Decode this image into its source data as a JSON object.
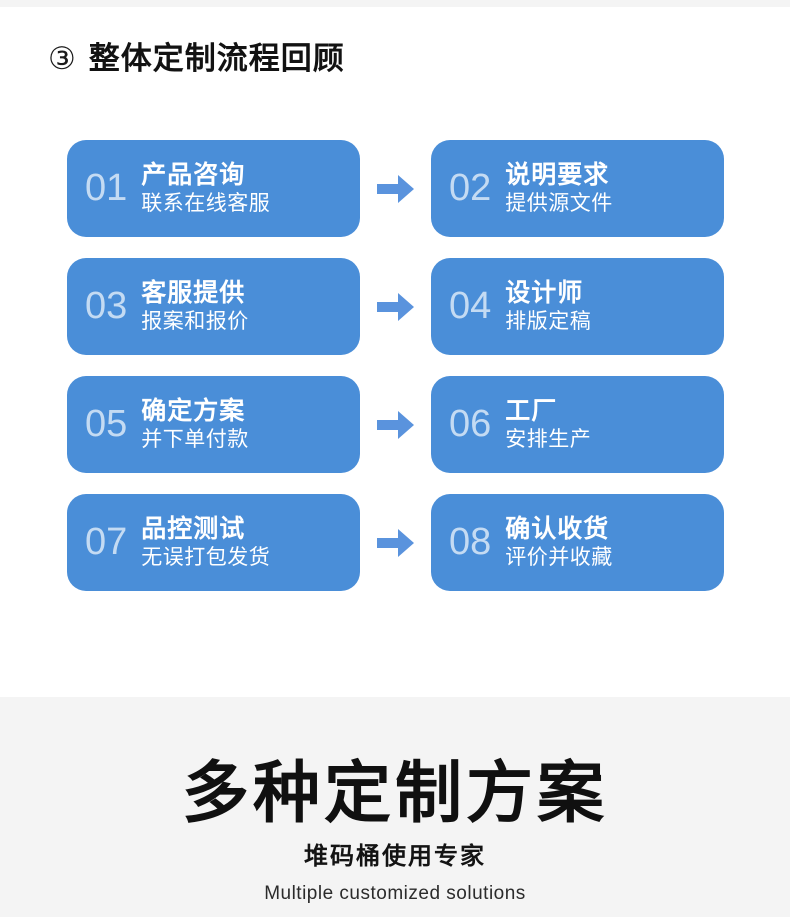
{
  "theme": {
    "card_blue": "#4a8ed8",
    "arrow_blue": "#5a93dd",
    "banner_bg": "#f4f4f4",
    "page_bg": "#ffffff",
    "heading_color": "#121212"
  },
  "section": {
    "marker": "③",
    "title": "整体定制流程回顾"
  },
  "steps": [
    {
      "num": "01",
      "title": "产品咨询",
      "sub": "联系在线客服"
    },
    {
      "num": "02",
      "title": "说明要求",
      "sub": "提供源文件"
    },
    {
      "num": "03",
      "title": "客服提供",
      "sub": "报案和报价"
    },
    {
      "num": "04",
      "title": "设计师",
      "sub": "排版定稿"
    },
    {
      "num": "05",
      "title": "确定方案",
      "sub": "并下单付款"
    },
    {
      "num": "06",
      "title": "工厂",
      "sub": "安排生产"
    },
    {
      "num": "07",
      "title": "品控测试",
      "sub": "无误打包发货"
    },
    {
      "num": "08",
      "title": "确认收货",
      "sub": "评价并收藏"
    }
  ],
  "arrows": [
    {
      "icon": "arrow-right-icon"
    },
    {
      "icon": "arrow-right-icon"
    },
    {
      "icon": "arrow-right-icon"
    },
    {
      "icon": "arrow-right-icon"
    }
  ],
  "banner": {
    "main": "多种定制方案",
    "sub": "堆码桶使用专家",
    "english": "Multiple customized solutions"
  }
}
